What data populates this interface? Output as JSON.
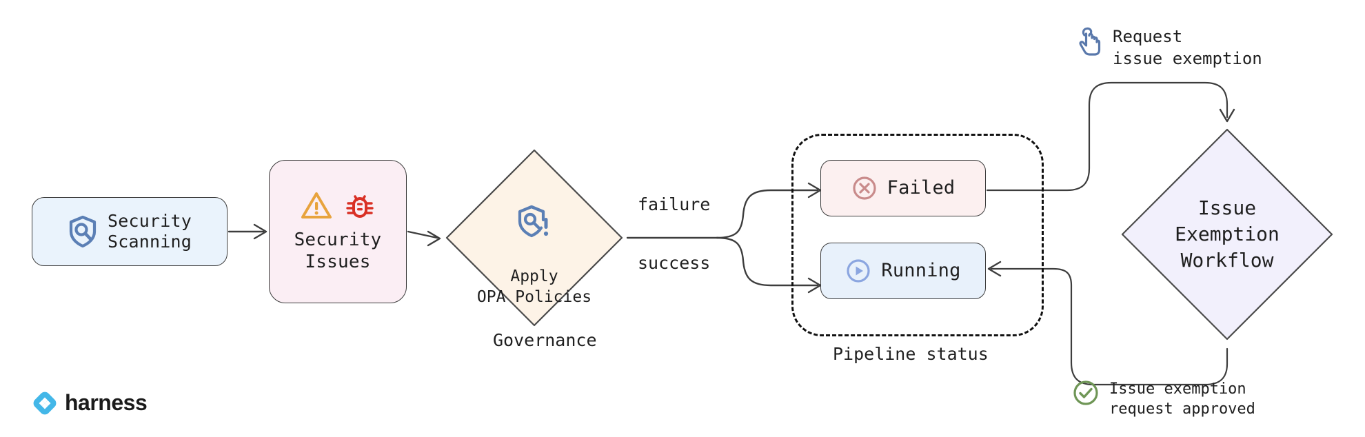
{
  "diagram": {
    "title": "Security scanning to issue exemption workflow",
    "brand": {
      "name": "harness",
      "color": "#43B7E8"
    }
  },
  "nodes": [
    {
      "id": "security-scanning",
      "label": "Security\nScanning",
      "icon": "shield-scan-icon",
      "shape": "rounded-rect",
      "fill": "#eaf3fc",
      "stroke": "#3b3b3b"
    },
    {
      "id": "security-issues",
      "label": "Security\nIssues",
      "icons": [
        "warning-triangle-icon",
        "bug-icon"
      ],
      "shape": "rounded-rect",
      "fill": "#fbeef4",
      "stroke": "#3b3b3b"
    },
    {
      "id": "governance",
      "label": "Apply\nOPA Policies",
      "icon": "shield-policy-alert-icon",
      "shape": "diamond",
      "fill": "#fdf3e7",
      "stroke": "#4a4a4a",
      "caption": "Governance"
    },
    {
      "id": "failed",
      "label": "Failed",
      "icon": "circle-x-icon",
      "shape": "rounded-rect",
      "fill": "#fcf0f0",
      "stroke": "#3b3b3b",
      "icon_color": "#c98b8b"
    },
    {
      "id": "running",
      "label": "Running",
      "icon": "play-circle-icon",
      "shape": "rounded-rect",
      "fill": "#e8f1fb",
      "stroke": "#3b3b3b",
      "icon_color": "#8ba6e0"
    },
    {
      "id": "exemption-workflow",
      "label": "Issue\nExemption\nWorkflow",
      "shape": "diamond",
      "fill": "#f2f0fc",
      "stroke": "#4a4a4a"
    }
  ],
  "groups": [
    {
      "id": "pipeline-status",
      "caption": "Pipeline status",
      "style": "dashed",
      "contains": [
        "failed",
        "running"
      ]
    }
  ],
  "edge_labels": {
    "failure": "failure",
    "success": "success"
  },
  "annotations": [
    {
      "id": "request-exemption",
      "text": "Request\nissue exemption",
      "icon": "tap-hand-icon",
      "icon_color": "#5978ab"
    },
    {
      "id": "exemption-approved",
      "text": "Issue exemption\nrequest approved",
      "icon": "circle-check-icon",
      "icon_color": "#6f9656"
    }
  ],
  "captions": {
    "governance": "Governance",
    "pipeline_status": "Pipeline status"
  },
  "colors": {
    "edge": "#4a4a4a",
    "text": "#1f1f1f",
    "warning": "#e8a33d",
    "bug": "#d93025",
    "shield_blue": "#5b7fb5",
    "failed": "#c98b8b",
    "running": "#8ba6e0",
    "approved_green": "#6f9656",
    "request_blue": "#5978ab"
  }
}
